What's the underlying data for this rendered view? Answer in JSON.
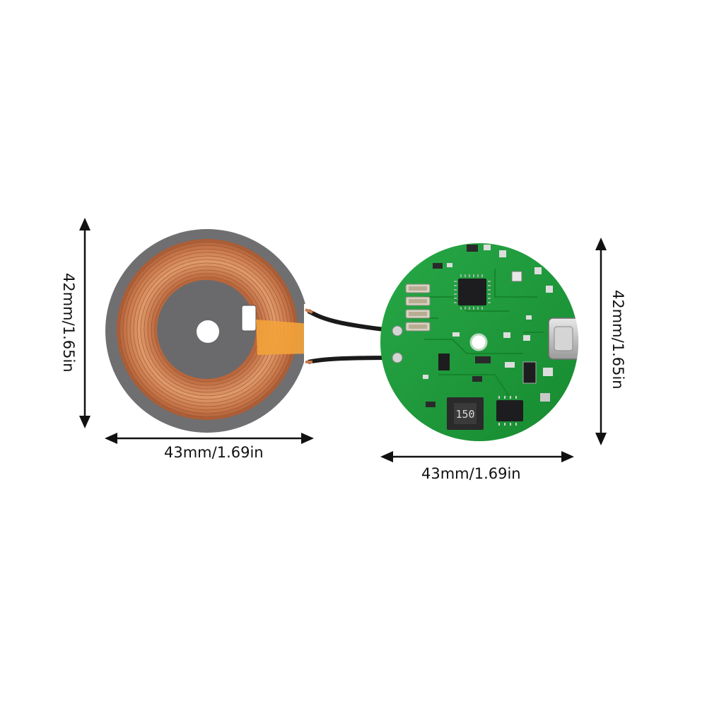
{
  "product": {
    "coil_height_label": "42mm/1.65in",
    "coil_width_label": "43mm/1.69in",
    "board_height_label": "42mm/1.65in",
    "board_width_label": "43mm/1.69in",
    "inductor_marking": "150",
    "colors": {
      "pcb_green": "#1f9a3a",
      "copper": "#c97a4a",
      "coil_backing": "#6f6f71",
      "tape": "#f2a23a"
    }
  }
}
